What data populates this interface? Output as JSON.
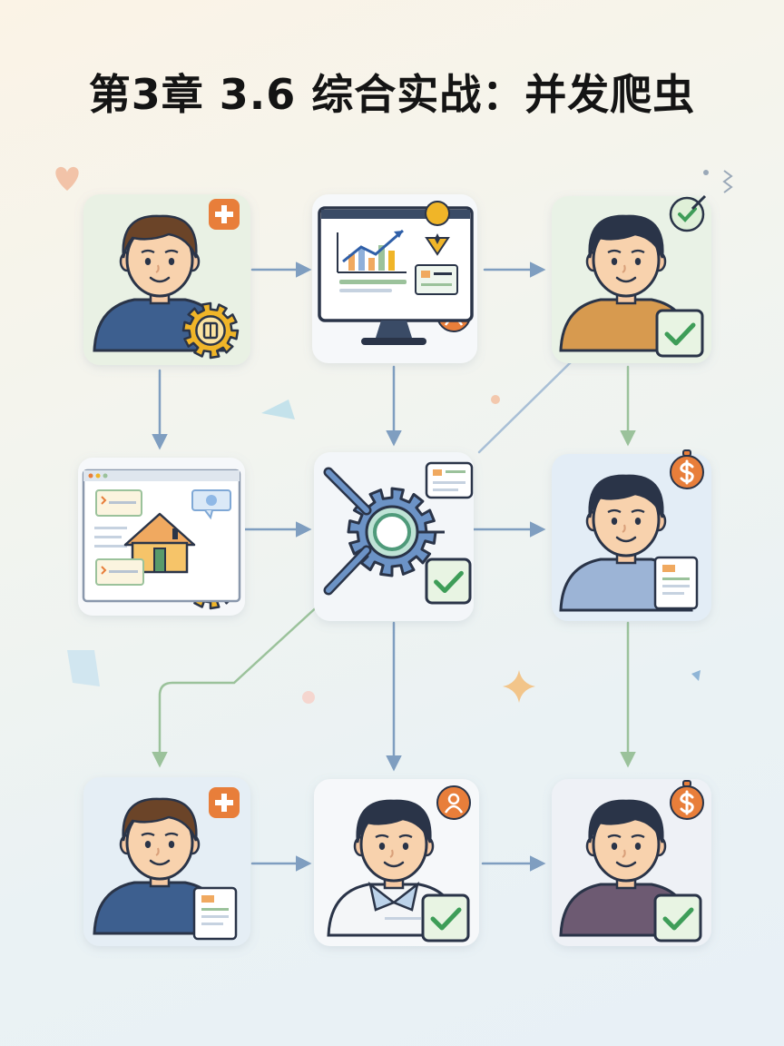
{
  "title": "第3章 3.6 综合实战：并发爬虫",
  "colors": {
    "blue_arrow": "#7f9ec0",
    "green_arrow": "#9bc29b",
    "check_green": "#3e9d58",
    "orange": "#e87e3a",
    "gear": "#f0b528",
    "hair": "#2a3448"
  },
  "nodes": [
    {
      "id": "n1",
      "kind": "person",
      "shirt": "#3d5f8f",
      "hair": "#6b4428",
      "badge": "plus",
      "extra": "gear"
    },
    {
      "id": "n2",
      "kind": "monitor",
      "badge": "person-badge"
    },
    {
      "id": "n3",
      "kind": "person",
      "shirt": "#d79a4f",
      "hair": "#2a3448",
      "badge": "check-circle",
      "extra": "checkbox"
    },
    {
      "id": "n4",
      "kind": "webpage",
      "extra": "coin-gear"
    },
    {
      "id": "n5",
      "kind": "hub",
      "extra": "checkbox"
    },
    {
      "id": "n6",
      "kind": "person",
      "shirt": "#9cb4d6",
      "hair": "#2a3448",
      "badge": "dollar",
      "extra": "document"
    },
    {
      "id": "n7",
      "kind": "person",
      "shirt": "#3d5f8f",
      "hair": "#6b4428",
      "badge": "plus",
      "extra": "document"
    },
    {
      "id": "n8",
      "kind": "person",
      "shirt": "#f4f6f8",
      "hair": "#2a3448",
      "badge": "person-badge",
      "extra": "checkbox"
    },
    {
      "id": "n9",
      "kind": "person",
      "shirt": "#6d5a72",
      "hair": "#2a3448",
      "badge": "dollar",
      "extra": "checkbox"
    }
  ]
}
